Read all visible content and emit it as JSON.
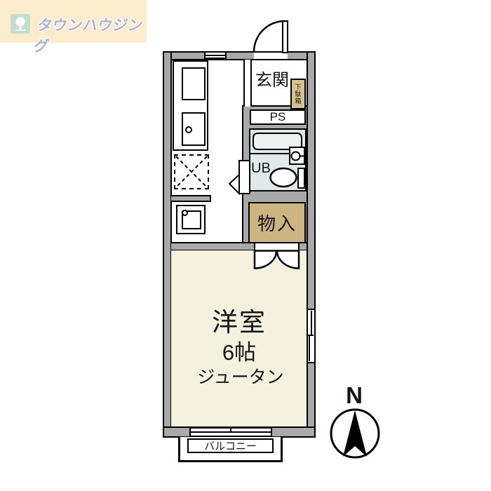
{
  "logo": {
    "brand": "タウンハウジング",
    "icon": "tree-icon"
  },
  "floorplan": {
    "rooms": {
      "genkan": "玄関",
      "shoe_cabinet": "下駄箱",
      "pipe_space": "PS",
      "unit_bath": "UB",
      "storage": "物入",
      "western_room": {
        "name": "洋室",
        "size": "6帖",
        "flooring": "ジュータン"
      },
      "balcony": "バルコニー"
    },
    "fixtures": [
      "kitchen-counter",
      "refrigerator-space",
      "washing-machine-pan",
      "bathtub",
      "washbasin",
      "toilet"
    ],
    "compass": {
      "north": "N"
    },
    "colors": {
      "wall_gray": "#a9a9a9",
      "line_black": "#000000",
      "storage_tan": "#ccb483",
      "shoe_cabinet_tan": "#d6c190",
      "unit_bath_blue": "#e1eae9",
      "western_room_cream": "#f4f2de",
      "banner_cream": "#fbeccb",
      "logo_green": "#c3ded1",
      "logo_text_periwinkle": "#a8b0d6"
    }
  }
}
